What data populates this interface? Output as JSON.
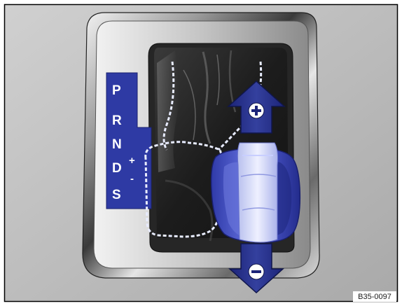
{
  "gear_indicator": {
    "positions": [
      "P",
      "R",
      "N",
      "D",
      "S"
    ],
    "tiptronic_plus": "+",
    "tiptronic_minus": "-",
    "color": "#2e3aa4"
  },
  "arrows": {
    "upshift": {
      "icon": "plus-circle-icon",
      "direction": "forward"
    },
    "downshift": {
      "icon": "minus-circle-icon",
      "direction": "backward"
    },
    "color": "#283590"
  },
  "selector_knob": {
    "color": "#4a56c8",
    "style": "dashed-outline-for-neutral-position"
  },
  "figure_code": "B35-0097",
  "colors": {
    "frame_border": "#000000",
    "panel_background": "#bcbcbc",
    "chrome_light": "#f2f2f2",
    "chrome_dark": "#2a2a2a",
    "boot_dark": "#1e1e1e",
    "dash_outline": "#e8ecff"
  }
}
